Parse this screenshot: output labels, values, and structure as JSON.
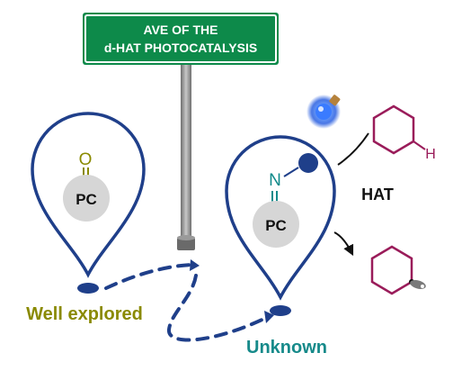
{
  "sign": {
    "line1": "AVE OF THE",
    "line2": "d-HAT PHOTOCATALYSIS",
    "color": "#0d8a4a"
  },
  "left_pin": {
    "core_label": "PC",
    "atom": "O",
    "caption": "Well explored",
    "caption_color": "#8a8a00"
  },
  "right_pin": {
    "core_label": "PC",
    "atom": "N",
    "caption": "Unknown",
    "caption_color": "#168a8a"
  },
  "reaction": {
    "process_label": "HAT",
    "hydrogen_label": "H"
  },
  "colors": {
    "pin_outline": "#1f3f8a",
    "core_fill": "#d6d6d6",
    "ring_color": "#9a1c5a",
    "dash_color": "#1f3f8a",
    "bulb_glow": "#3a7bff"
  },
  "icons": [
    "lightbulb-icon",
    "cyclohexane-icon",
    "radical-cyclohexane-icon"
  ]
}
